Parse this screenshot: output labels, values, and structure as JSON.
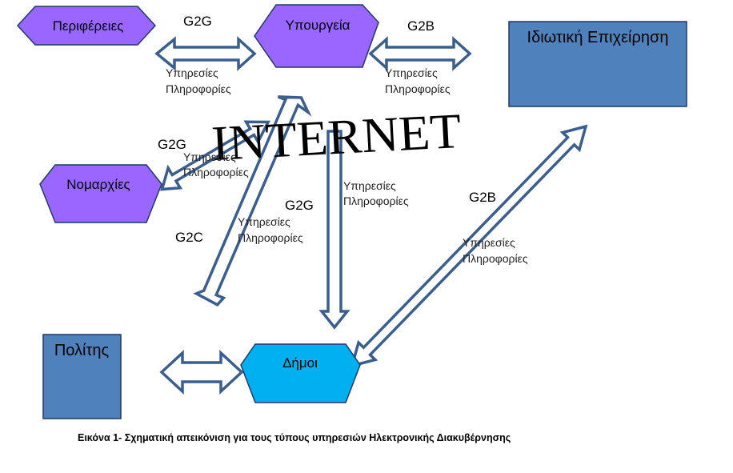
{
  "colors": {
    "region_fill": "#9966ff",
    "district_fill": "#00b0f0",
    "rect_fill": "#4f81bd",
    "arrow_stroke": "#3a5f8f"
  },
  "nodes": {
    "regions": "Περιφέρειες",
    "ministries": "Υπουργεία",
    "prefectures": "Νομαρχίες",
    "municipalities": "Δήμοι",
    "business": "Ιδιωτική Επιχείρηση",
    "citizen": "Πολίτης"
  },
  "center_label": "INTERNET",
  "edge_labels": {
    "g2g_top": "G2G",
    "g2b_top": "G2B",
    "g2g_left": "G2G",
    "g2c": "G2C",
    "g2g_center": "G2G",
    "g2b_right": "G2B"
  },
  "services": {
    "line1": "Υπηρεσίες",
    "line2": "Πληροφορίες"
  },
  "caption": "Εικόνα 1- Σχηματική απεικόνιση για τους τύπους υπηρεσιών Ηλεκτρονικής Διακυβέρνησης"
}
